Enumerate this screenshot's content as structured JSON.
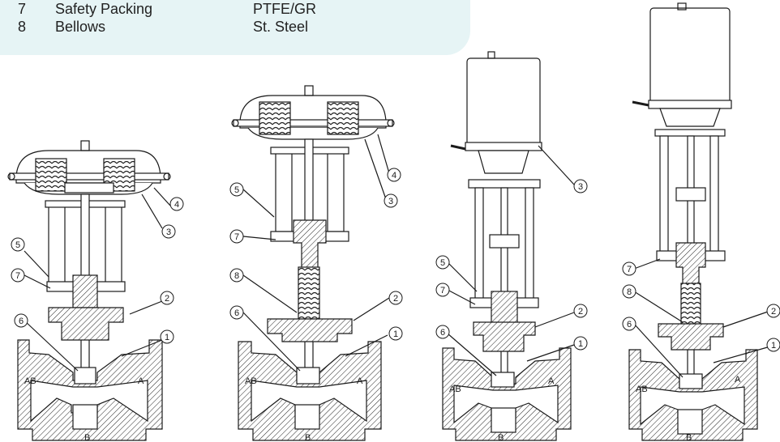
{
  "legend": {
    "rows": [
      {
        "num": "7",
        "part": "Safety Packing",
        "material": "PTFE/GR"
      },
      {
        "num": "8",
        "part": "Bellows",
        "material": "St. Steel"
      }
    ]
  },
  "sections": {
    "body_ports": {
      "left": "AB",
      "right": "A",
      "bottom": "B"
    }
  },
  "views": [
    {
      "callouts": [
        "1",
        "2",
        "3",
        "4",
        "5",
        "6",
        "7"
      ]
    },
    {
      "callouts": [
        "1",
        "2",
        "3",
        "4",
        "5",
        "6",
        "7",
        "8"
      ]
    },
    {
      "callouts": [
        "1",
        "2",
        "3",
        "5",
        "6",
        "7"
      ]
    },
    {
      "callouts": [
        "1",
        "2",
        "6",
        "7",
        "8"
      ]
    }
  ],
  "colors": {
    "legend_bg": "#e6f4f5",
    "line": "#1a1a1a"
  }
}
